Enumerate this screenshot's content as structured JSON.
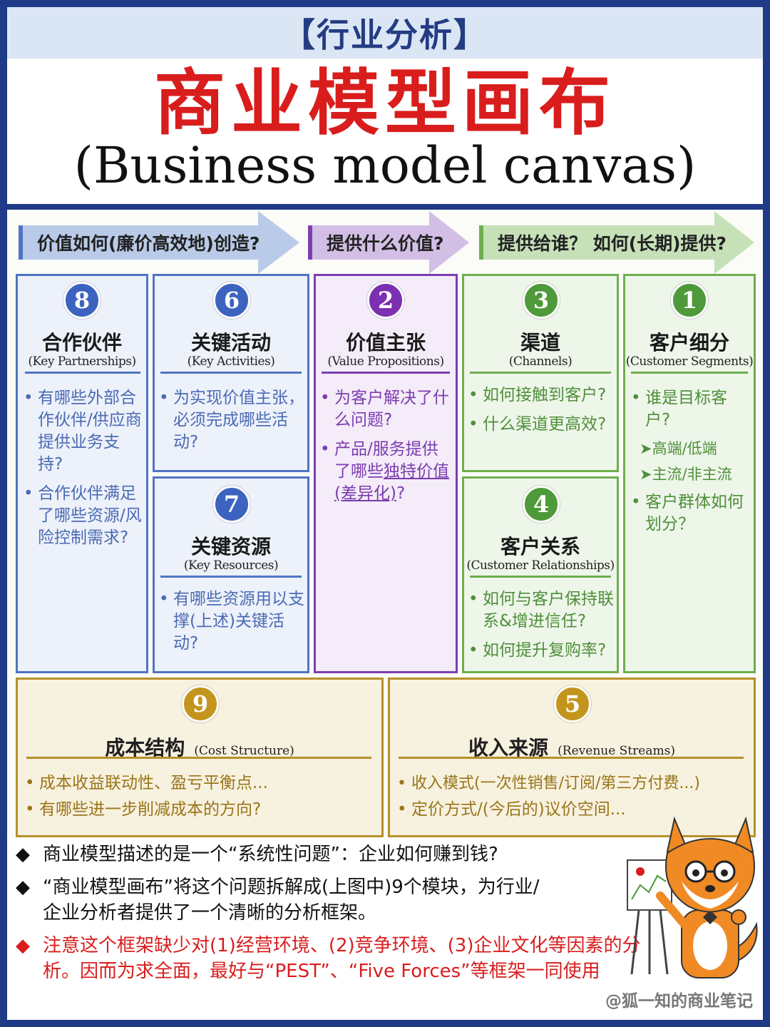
{
  "header": {
    "tag": "【行业分析】",
    "title": "商业模型画布",
    "subtitle": "(Business model canvas)"
  },
  "arrows": [
    {
      "label": "价值如何(廉价高效地)创造?",
      "color": "#b9cbe8"
    },
    {
      "label": "提供什么价值?",
      "color": "#d3bfe6"
    },
    {
      "label": "提供给谁？ 如何(长期)提供?",
      "color": "#c6e1b8"
    }
  ],
  "blocks": {
    "partners": {
      "num": "8",
      "zh": "合作伙伴",
      "en": "(Key Partnerships)",
      "items": [
        "有哪些外部合作伙伴/供应商提供业务支持?",
        "合作伙伴满足了哪些资源/风险控制需求?"
      ]
    },
    "activities": {
      "num": "6",
      "zh": "关键活动",
      "en": "(Key Activities)",
      "items": [
        "为实现价值主张，必须完成哪些活动?"
      ]
    },
    "resources": {
      "num": "7",
      "zh": "关键资源",
      "en": "(Key Resources)",
      "items": [
        "有哪些资源用以支撑(上述)关键活动?"
      ]
    },
    "value": {
      "num": "2",
      "zh": "价值主张",
      "en": "(Value Propositions)",
      "items": [
        "为客户解决了什么问题?"
      ],
      "item2_pre": "产品/服务提供了哪些",
      "item2_u": "独特价值(差异化)",
      "item2_post": "?"
    },
    "channels": {
      "num": "3",
      "zh": "渠道",
      "en": "(Channels)",
      "items": [
        "如何接触到客户?",
        "什么渠道更高效?"
      ]
    },
    "relationships": {
      "num": "4",
      "zh": "客户关系",
      "en": "(Customer Relationships)",
      "items": [
        "如何与客户保持联系&增进信任?",
        "如何提升复购率?"
      ]
    },
    "segments": {
      "num": "1",
      "zh": "客户细分",
      "en": "(Customer Segments)",
      "item1": "谁是目标客户?",
      "sub1": "➤高端/低端",
      "sub2": "➤主流/非主流",
      "item2": "客户群体如何划分？"
    },
    "cost": {
      "num": "9",
      "zh": "成本结构",
      "en": "(Cost Structure)",
      "items": [
        "成本收益联动性、盈亏平衡点...",
        "有哪些进一步削减成本的方向?"
      ]
    },
    "revenue": {
      "num": "5",
      "zh": "收入来源",
      "en": "(Revenue Streams)",
      "items": [
        "收入模式(一次性销售/订阅/第三方付费...)",
        "定价方式/(今后的)议价空间..."
      ]
    }
  },
  "notes": {
    "n1": "商业模型描述的是一个“系统性问题”：企业如何赚到钱?",
    "n2": "“商业模型画布”将这个问题拆解成(上图中)9个模块，为行业/企业分析者提供了一个清晰的分析框架。",
    "n3": "注意这个框架缺少对(1)经营环境、(2)竞争环境、(3)企业文化等因素的分析。因而为求全面，最好与“PEST”、“Five Forces”等框架一同使用",
    "bullet": "◆"
  },
  "handle": "@狐一知的商业笔记"
}
